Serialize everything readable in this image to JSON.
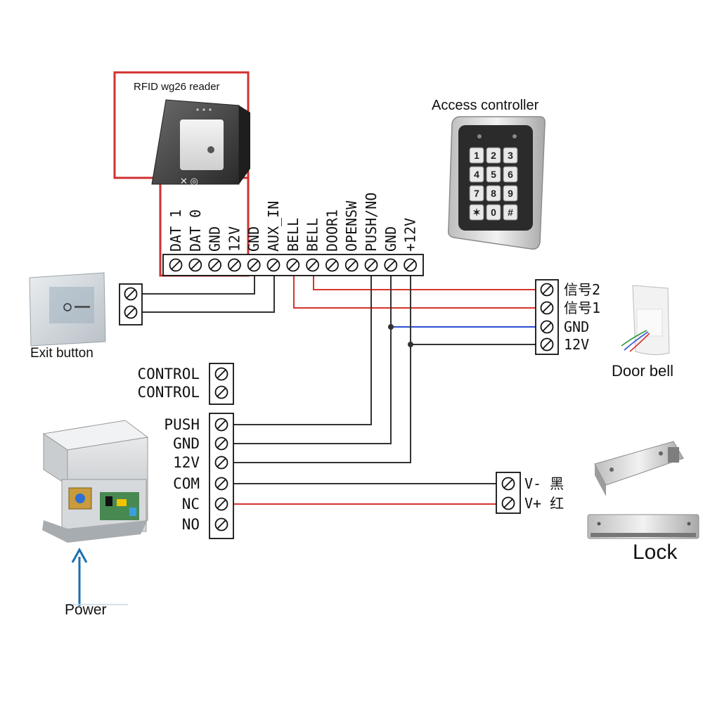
{
  "devices": {
    "rfid_reader": {
      "label": "RFID wg26 reader"
    },
    "access_controller": {
      "label": "Access controller",
      "keys": [
        "1",
        "2",
        "3",
        "4",
        "5",
        "6",
        "7",
        "8",
        "9",
        "✶",
        "0",
        "#"
      ]
    },
    "exit_button": {
      "label": "Exit button"
    },
    "door_bell": {
      "label": "Door bell"
    },
    "lock": {
      "label": "Lock"
    },
    "power": {
      "label": "Power"
    }
  },
  "controller_terminals": [
    "DAT 1",
    "DAT 0",
    "GND",
    "12V",
    "GND",
    "AUX_IN",
    "BELL",
    "BELL",
    "DOOR1",
    "OPENSW",
    "PUSH/NO",
    "GND",
    "+12V"
  ],
  "bell_terminals": [
    "信号2",
    "信号1",
    "GND",
    "12V"
  ],
  "supply_control_terminals": [
    "CONTROL",
    "CONTROL"
  ],
  "supply_terminals": [
    "PUSH",
    "GND",
    "12V",
    "COM",
    "NC",
    "NO"
  ],
  "lock_terminals": [
    "V- 黑",
    "V+ 红"
  ],
  "colors": {
    "wire_black": "#333333",
    "wire_red": "#d9342b",
    "wire_blue": "#2a4fd1",
    "power_arrow": "#1b6fb0",
    "reader_frame": "#d23030"
  }
}
